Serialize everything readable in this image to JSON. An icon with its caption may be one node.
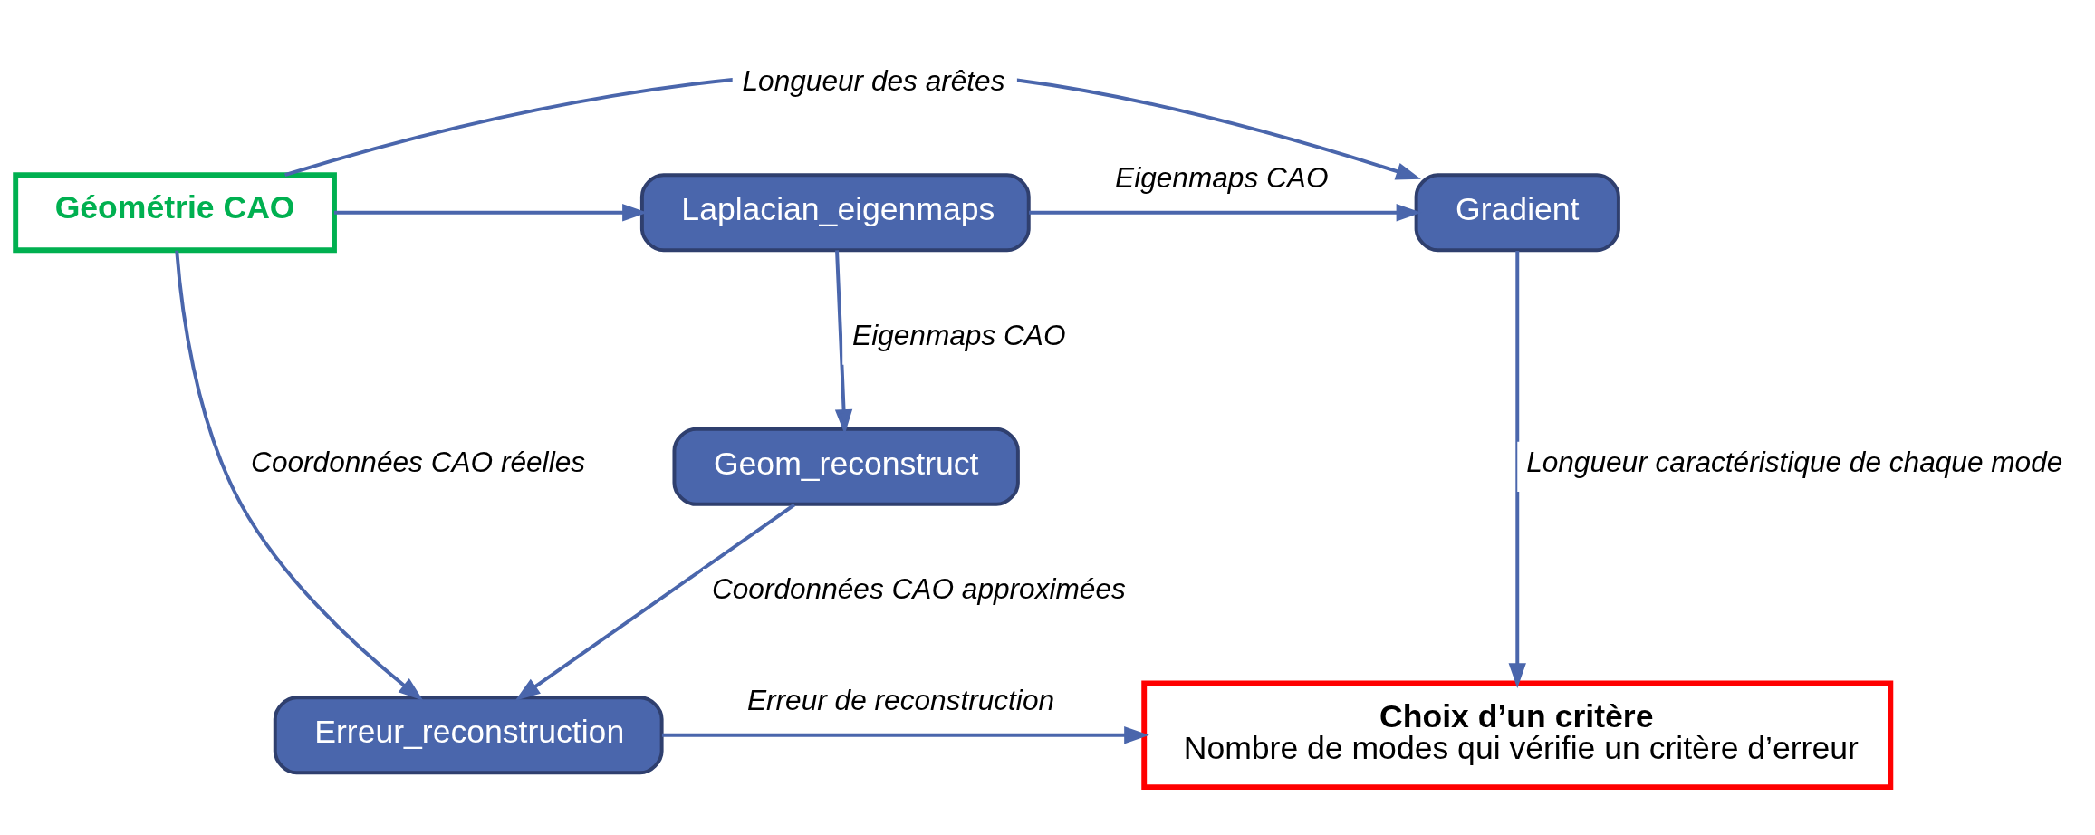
{
  "diagram": {
    "nodes": [
      {
        "text": [
          "Géométrie CAO"
        ]
      },
      {
        "text": [
          "Laplacian_eigenmaps"
        ]
      },
      {
        "text": [
          "Gradient"
        ]
      },
      {
        "text": [
          "Geom_reconstruct"
        ]
      },
      {
        "text": [
          "Erreur_reconstruction"
        ]
      },
      {
        "text": [
          "Choix d’un critère",
          "Nombre de modes qui vérifie un critère d’erreur"
        ]
      }
    ],
    "edges": [
      {
        "from": 0,
        "to": 2,
        "arrow": "to",
        "label": "Longueur des arêtes"
      },
      {
        "from": 0,
        "to": 1,
        "arrow": "to"
      },
      {
        "from": 1,
        "to": 2,
        "arrow": "to",
        "label": "Eigenmaps CAO"
      },
      {
        "from": 1,
        "to": 3,
        "arrow": "to",
        "label": "Eigenmaps CAO"
      },
      {
        "from": 3,
        "to": 4,
        "arrow": "to",
        "label": "Coordonnées CAO approximées"
      },
      {
        "from": 0,
        "to": 4,
        "arrow": "to",
        "label": "Coordonnées CAO réelles"
      },
      {
        "from": 2,
        "to": 5,
        "arrow": "to",
        "label": "Longueur caractéristique de chaque mode"
      },
      {
        "from": 4,
        "to": 5,
        "arrow": "to",
        "label": "Erreur de reconstruction"
      }
    ]
  }
}
